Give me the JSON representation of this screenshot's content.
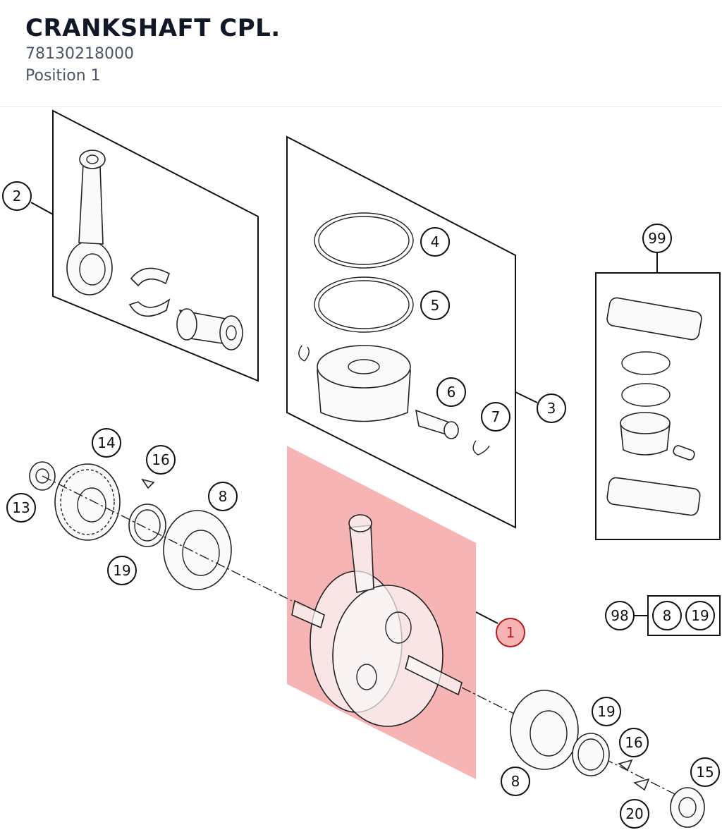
{
  "header": {
    "title": "CRANKSHAFT CPL.",
    "part_number": "78130218000",
    "position": "Position 1"
  },
  "highlight_color": "#f06a6a",
  "callouts": {
    "c2": "2",
    "c4": "4",
    "c5": "5",
    "c6": "6",
    "c7": "7",
    "c3": "3",
    "c99": "99",
    "c14": "14",
    "c16a": "16",
    "c13": "13",
    "c8a": "8",
    "c19a": "19",
    "c1": "1",
    "c98": "98",
    "c98_8": "8",
    "c98_19": "19",
    "c19b": "19",
    "c16b": "16",
    "c15": "15",
    "c8b": "8",
    "c20": "20"
  }
}
